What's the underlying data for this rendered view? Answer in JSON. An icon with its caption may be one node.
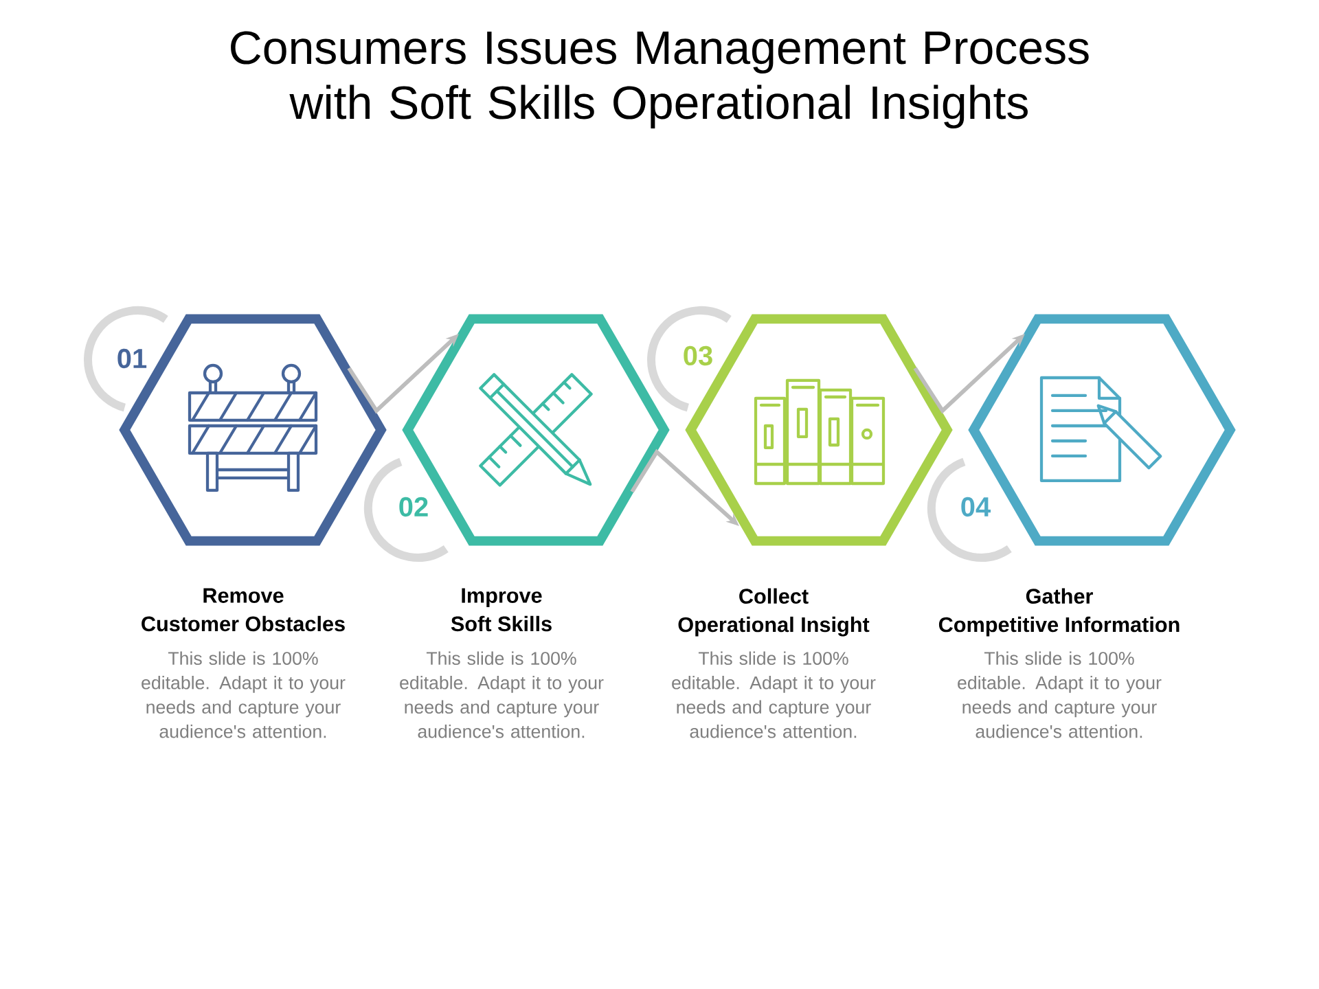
{
  "diagram": {
    "title": "Consumers Issues Management Process with Soft Skills Operational Insights",
    "nodes": [
      {
        "text": [
          "01",
          "Remove Customer Obstacles",
          "This slide is 100% editable. Adapt it to your needs and capture your audience's attention."
        ]
      },
      {
        "text": [
          "02",
          "Improve Soft Skills",
          "This slide is 100% editable. Adapt it to your needs and capture your audience's attention."
        ]
      },
      {
        "text": [
          "03",
          "Collect Operational Insight",
          "This slide is 100% editable. Adapt it to your needs and capture your audience's attention."
        ]
      },
      {
        "text": [
          "04",
          "Gather Competitive Information",
          "This slide is 100% editable. Adapt it to your needs and capture your audience's attention."
        ]
      }
    ],
    "edges": [
      {
        "from": 0,
        "to": 1,
        "arrow": "to"
      },
      {
        "from": 1,
        "to": 2,
        "arrow": "to"
      },
      {
        "from": 2,
        "to": 3,
        "arrow": "to"
      }
    ]
  }
}
